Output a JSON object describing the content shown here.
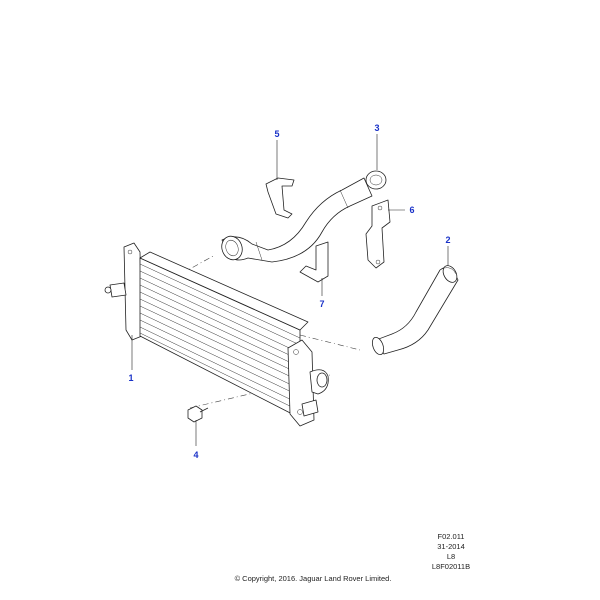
{
  "diagram": {
    "callouts": [
      {
        "id": "1",
        "label": "1"
      },
      {
        "id": "2",
        "label": "2"
      },
      {
        "id": "3",
        "label": "3"
      },
      {
        "id": "4",
        "label": "4"
      },
      {
        "id": "5",
        "label": "5"
      },
      {
        "id": "6",
        "label": "6"
      },
      {
        "id": "7",
        "label": "7"
      }
    ]
  },
  "reference": {
    "code": "F02.011",
    "date": "31-2014",
    "line3": "L8",
    "drawing_id": "L8F02011B"
  },
  "copyright": "© Copyright, 2016. Jaguar Land Rover Limited.",
  "colors": {
    "callout": "#1a32c8",
    "line": "#222222",
    "background": "#ffffff"
  }
}
